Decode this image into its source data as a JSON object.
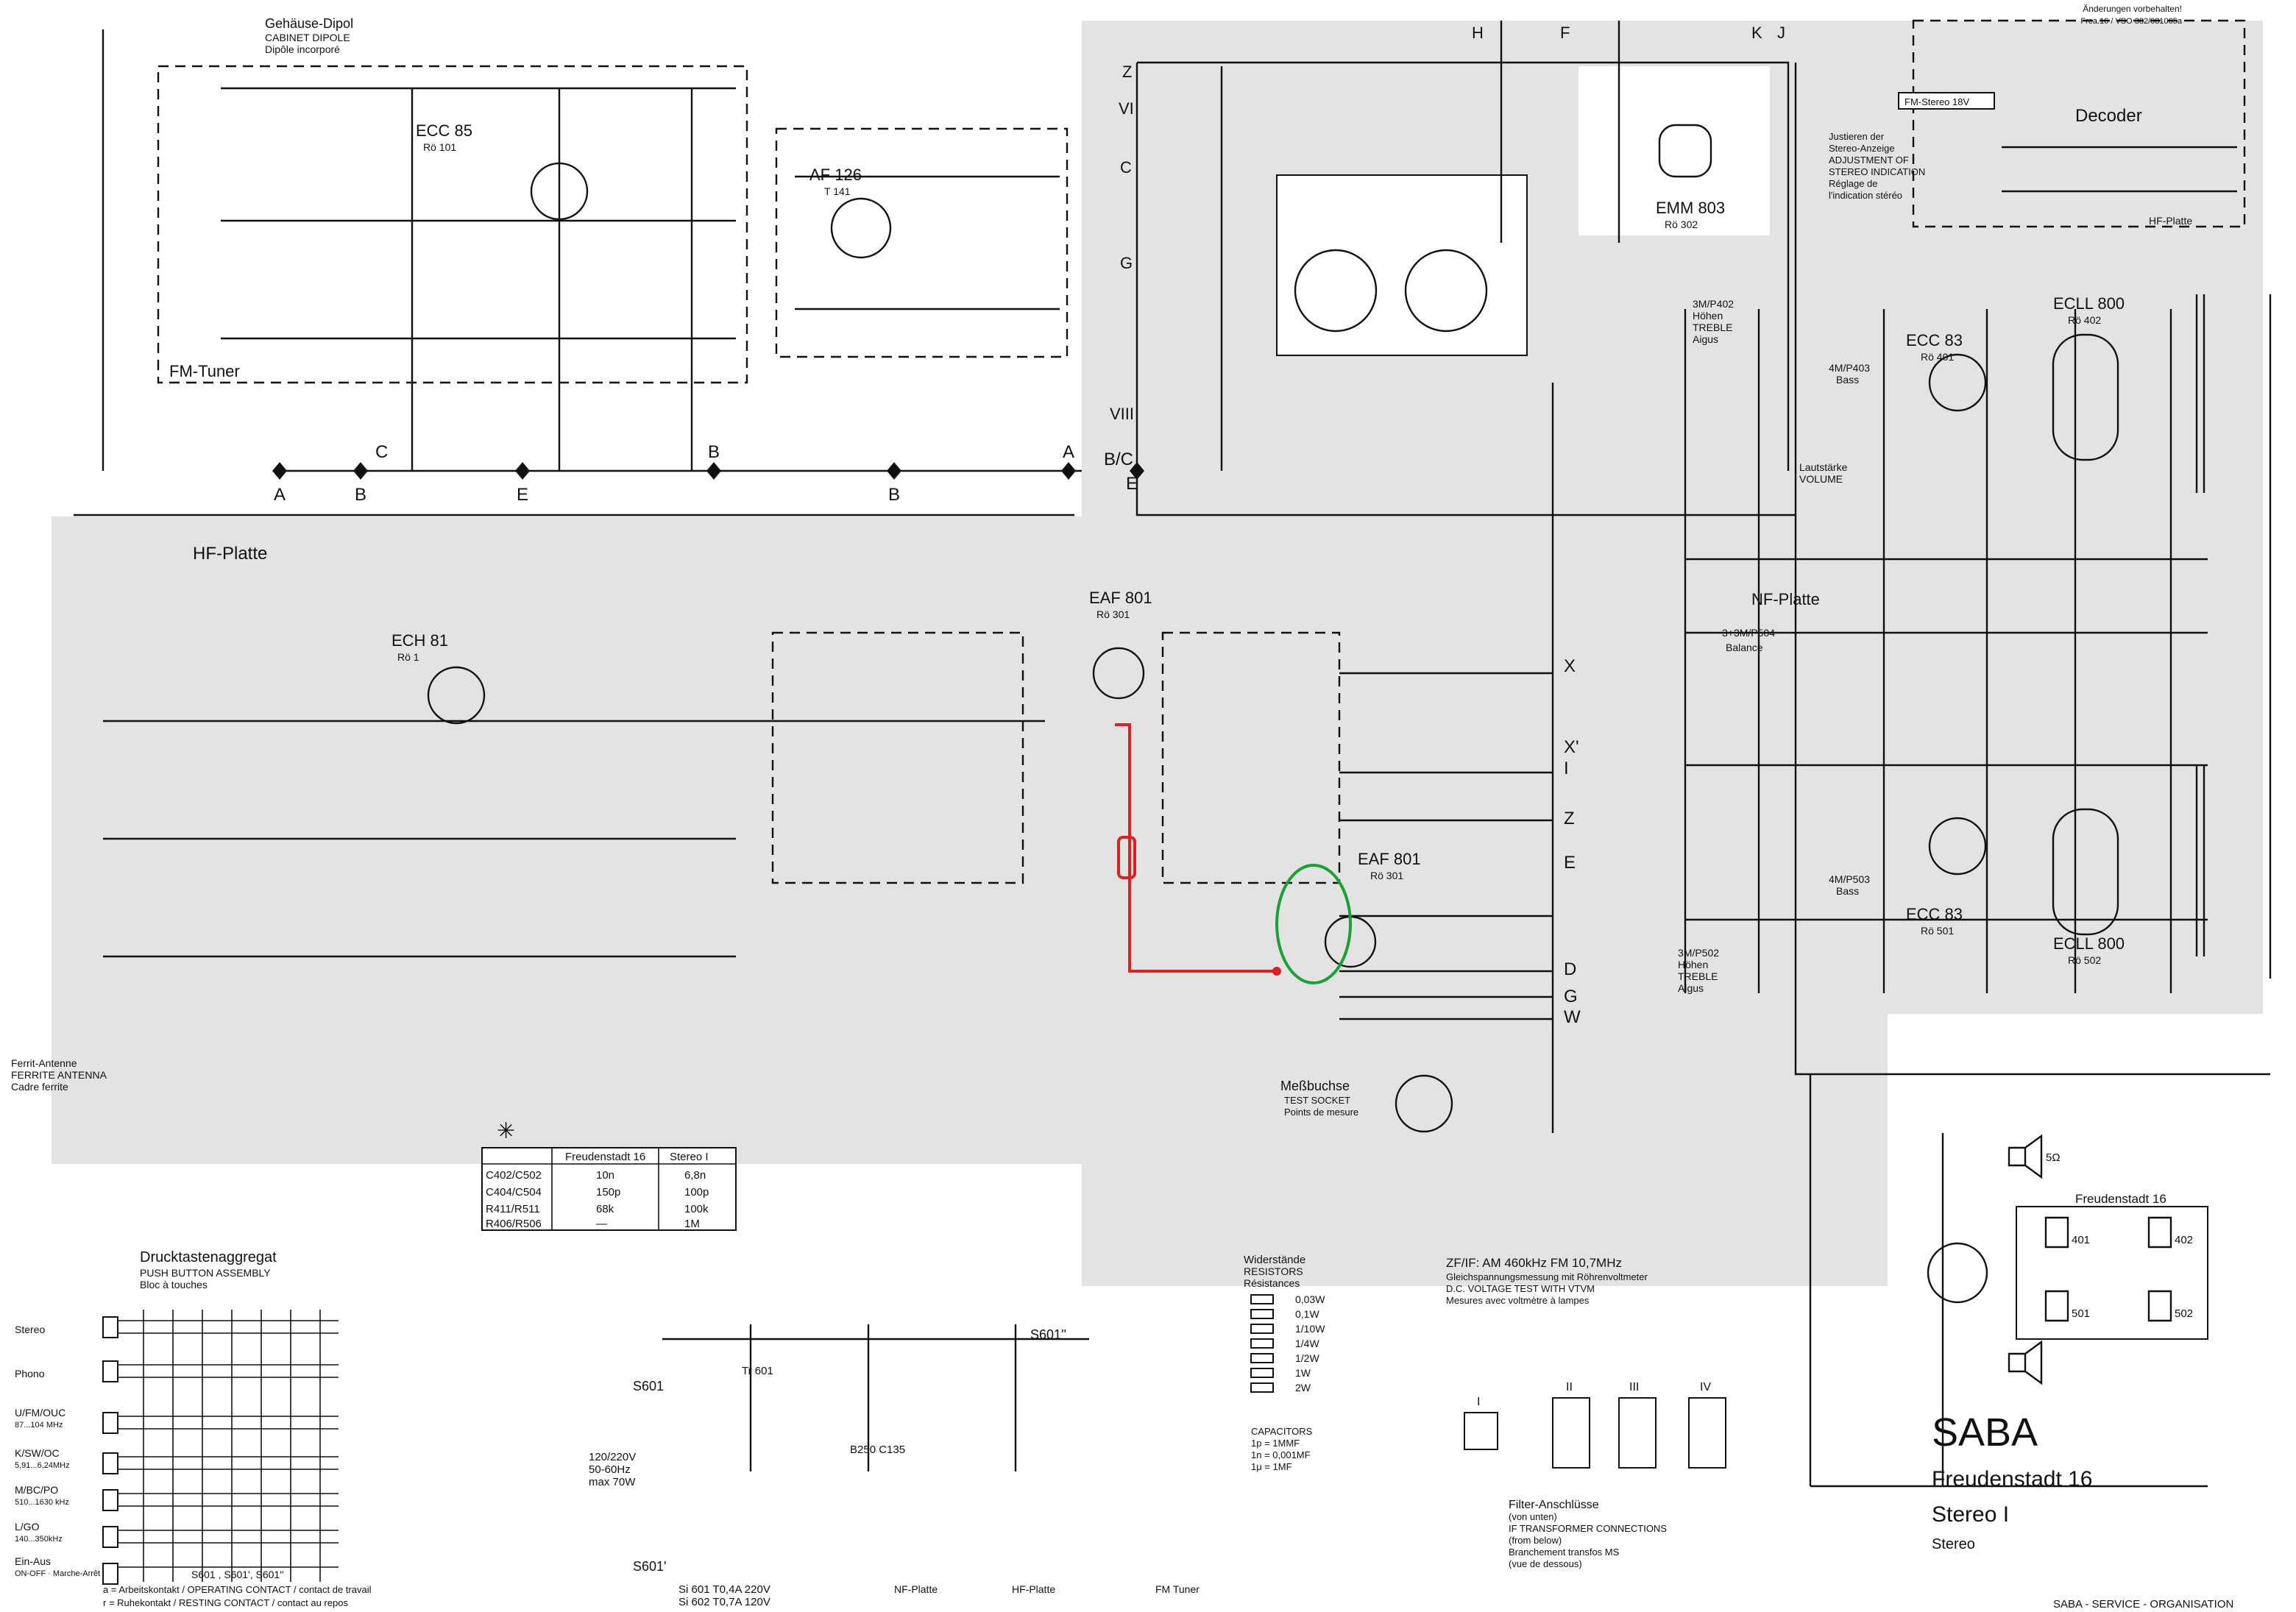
{
  "header": {
    "change_note": "Änderungen vorbehalten!",
    "freq_note": "Frea.16 / VSO 382/081065a"
  },
  "sections": {
    "fm_tuner": "FM-Tuner",
    "hf_platte": "HF-Platte",
    "nf_platte": "NF-Platte",
    "decoder": "Decoder",
    "hf_platte_small": "HF-Platte",
    "nf_platte_small": "NF-Platte",
    "fm_tuner_small": "FM Tuner"
  },
  "dipole": {
    "de": "Gehäuse-Dipol",
    "en": "CABINET DIPOLE",
    "fr": "Dipôle incorporé"
  },
  "tubes": [
    {
      "name": "ECC 85",
      "ref": "Rö 101"
    },
    {
      "name": "AF 126",
      "ref": "T 141"
    },
    {
      "name": "ECH 81",
      "ref": "Rö 1"
    },
    {
      "name": "EAF 801",
      "ref": "Rö 301"
    },
    {
      "name": "EAF 801",
      "ref": "Rö 301"
    },
    {
      "name": "EMM 803",
      "ref": "Rö 302"
    },
    {
      "name": "ECC 83",
      "ref": "Rö 401"
    },
    {
      "name": "ECLL 800",
      "ref": "Rö 402"
    },
    {
      "name": "ECC 83",
      "ref": "Rö 501"
    },
    {
      "name": "ECLL 800",
      "ref": "Rö 502"
    }
  ],
  "bus_letters": {
    "top_row": [
      "A",
      "B",
      "C",
      "E",
      "B",
      "B",
      "A",
      "B/C",
      "E"
    ],
    "right_column": [
      "X",
      "X'",
      "I",
      "Z",
      "E",
      "D",
      "G",
      "W"
    ],
    "top_right": [
      "H",
      "F",
      "K",
      "J",
      "Z",
      "VI",
      "C",
      "G",
      "VIII"
    ]
  },
  "tuning": {
    "stereo_adjust": [
      "Justieren der",
      "Stereo-Anzeige",
      "ADJUSTMENT OF",
      "STEREO INDICATION",
      "Réglage de",
      "l'indication stéréo"
    ],
    "fm_stereo": "FM-Stereo 18V"
  },
  "controls": {
    "treble": [
      "3M/P402",
      "Höhen",
      "TREBLE",
      "Aigus"
    ],
    "bass": [
      "4M/P403",
      "Bass"
    ],
    "balance": [
      "3+3M/P504",
      "Balance"
    ],
    "volume": [
      "Lautstärke",
      "VOLUME"
    ],
    "treble2": [
      "3M/P502",
      "Höhen",
      "TREBLE",
      "Aigus"
    ],
    "bass2": [
      "4M/P503",
      "Bass"
    ]
  },
  "test_socket": [
    "Meßbuchse",
    "TEST SOCKET",
    "Points de mesure"
  ],
  "ferrite": [
    "Ferrit-Antenne",
    "FERRITE ANTENNA",
    "Cadre ferrite"
  ],
  "variant_table": {
    "header": [
      "",
      "Freudenstadt 16",
      "Stereo I"
    ],
    "rows": [
      [
        "C402/C502",
        "10n",
        "6,8n"
      ],
      [
        "C404/C504",
        "150p",
        "100p"
      ],
      [
        "R411/R511",
        "68k",
        "100k"
      ],
      [
        "R406/R506",
        "—",
        "1M"
      ]
    ]
  },
  "push_button": {
    "title": [
      "Drucktastenaggregat",
      "PUSH BUTTON ASSEMBLY",
      "Bloc à touches"
    ],
    "rows": [
      {
        "label": "Stereo",
        "sub": ""
      },
      {
        "label": "Phono",
        "sub": ""
      },
      {
        "label": "U/FM/OUC",
        "sub": "87...104 MHz"
      },
      {
        "label": "K/SW/OC",
        "sub": "5,91...6,24MHz"
      },
      {
        "label": "M/BC/PO",
        "sub": "510...1630 kHz"
      },
      {
        "label": "L/GO",
        "sub": "140...350kHz"
      },
      {
        "label": "Ein-Aus",
        "sub": "ON-OFF · Marche-Arrêt"
      }
    ],
    "contacts_a": "a = Arbeitskontakt / OPERATING CONTACT / contact de travail",
    "contacts_r": "r = Ruhekontakt / RESTING CONTACT / contact au repos",
    "switch_refs": "S601 , S601', S601''"
  },
  "resistors_legend": {
    "title": [
      "Widerstände",
      "RESISTORS",
      "Résistances"
    ],
    "items": [
      "0,03W",
      "0,1W",
      "1/10W",
      "1/4W",
      "1/2W",
      "1W",
      "2W"
    ]
  },
  "capacitors_legend": [
    "CAPACITORS",
    "1p = 1MMF",
    "1n = 0,001MF",
    "1μ = 1MF"
  ],
  "if_note": [
    "ZF/IF: AM 460kHz  FM 10,7MHz",
    "Gleichspannungsmessung mit Röhrenvoltmeter",
    "D.C. VOLTAGE TEST WITH VTVM",
    "Mesures avec voltmètre à lampes"
  ],
  "filter_note": [
    "Filter-Anschlüsse",
    "(von unten)",
    "IF TRANSFORMER CONNECTIONS",
    "(from below)",
    "Branchement transfos MS",
    "(vue de dessous)"
  ],
  "filter_ids": [
    "I",
    "II",
    "III",
    "IV"
  ],
  "power": {
    "mains": [
      "120/220V",
      "50-60Hz",
      "max 70W"
    ],
    "fuses": [
      "Si 601  T0,4A  220V",
      "Si 602  T0,7A  120V"
    ],
    "transformer": "Tr 601",
    "rectifier": "B250 C135",
    "switches": [
      "S601",
      "S601'",
      "S601''"
    ]
  },
  "speakers": {
    "model": "Freudenstadt 16",
    "units": [
      "401",
      "402",
      "501",
      "502"
    ],
    "imp": "5Ω"
  },
  "brand": {
    "name": "SABA",
    "model": "Freudenstadt 16",
    "variant": "Stereo I",
    "sub": "Stereo",
    "footer": "SABA - SERVICE - ORGANISATION"
  },
  "colors": {
    "panel": "#e3e3e3",
    "highlight_red": "#e02020",
    "highlight_green": "#1aa033",
    "ink": "#111111"
  }
}
